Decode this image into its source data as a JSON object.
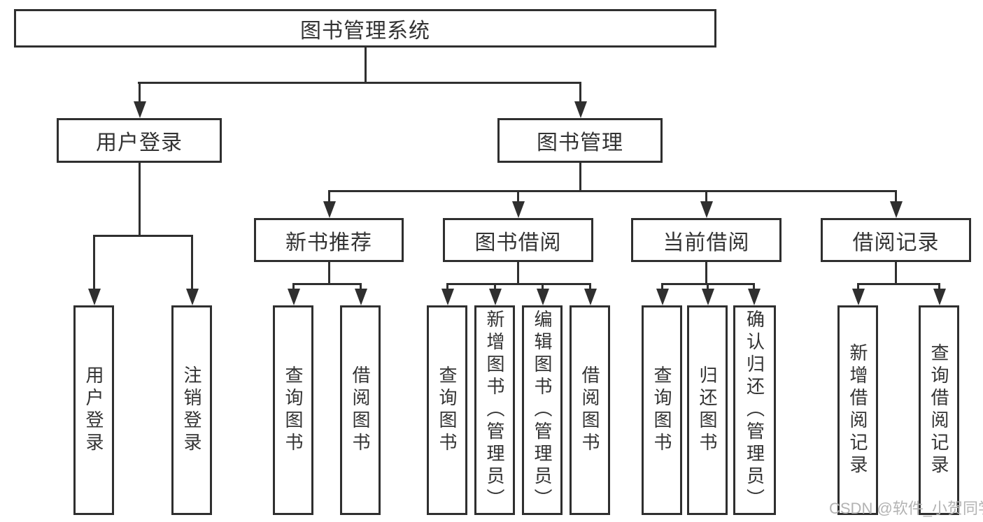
{
  "diagram_title": "图书管理系统",
  "tree": {
    "root": "图书管理系统",
    "branches": [
      {
        "label": "用户登录",
        "children": [
          "用户登录",
          "注销登录"
        ]
      },
      {
        "label": "图书管理",
        "groups": [
          {
            "label": "新书推荐",
            "children": [
              "查询图书",
              "借阅图书"
            ]
          },
          {
            "label": "图书借阅",
            "children": [
              "查询图书",
              "新增图书（管理员）",
              "编辑图书（管理员）",
              "借阅图书"
            ]
          },
          {
            "label": "当前借阅",
            "children": [
              "查询图书",
              "归还图书",
              "确认归还（管理员）"
            ]
          },
          {
            "label": "借阅记录",
            "children": [
              "新增借阅记录",
              "查询借阅记录"
            ]
          }
        ]
      }
    ]
  },
  "watermark": "CSDN @软件_小贺同学",
  "colors": {
    "line": "#2f2f2f",
    "text": "#333333",
    "watermark": "#b3b3b3",
    "background": "#ffffff"
  }
}
